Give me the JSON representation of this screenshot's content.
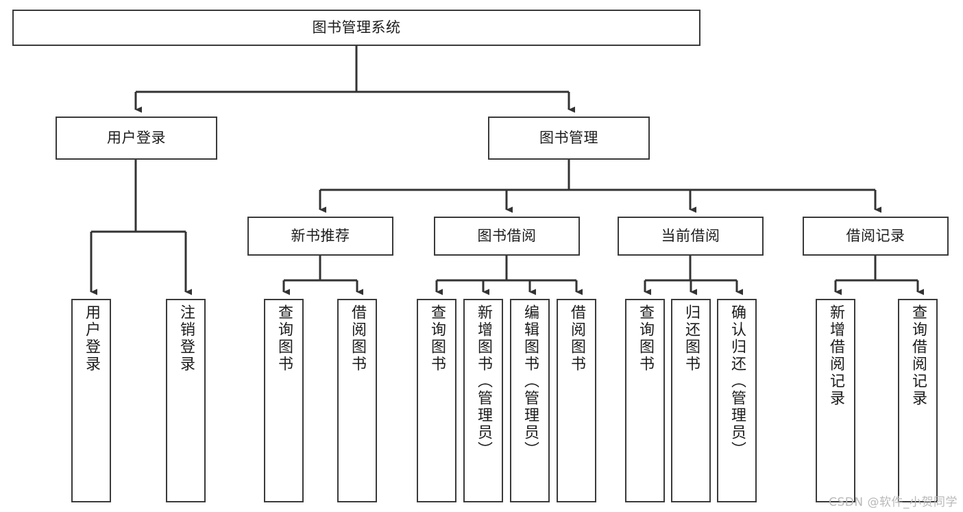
{
  "diagram": {
    "title": "图书管理系统",
    "type": "tree",
    "watermark": "CSDN @软件_小贺同学",
    "colors": {
      "box_border": "#3a3a3a",
      "box_fill": "#ffffff",
      "connector": "#333333",
      "text": "#1c1c1c",
      "watermark": "#b9b9b9",
      "background": "#ffffff"
    },
    "levels": {
      "root": "图书管理系统",
      "level2": [
        "用户登录",
        "图书管理"
      ],
      "level3": [
        "新书推荐",
        "图书借阅",
        "当前借阅",
        "借阅记录"
      ]
    },
    "nodes": {
      "root": {
        "label": "图书管理系统",
        "orientation": "horizontal"
      },
      "user_login": {
        "label": "用户登录",
        "orientation": "horizontal"
      },
      "book_manage": {
        "label": "图书管理",
        "orientation": "horizontal"
      },
      "new_book_rec": {
        "label": "新书推荐",
        "orientation": "horizontal"
      },
      "book_borrow": {
        "label": "图书借阅",
        "orientation": "horizontal"
      },
      "current_borrow": {
        "label": "当前借阅",
        "orientation": "horizontal"
      },
      "borrow_record": {
        "label": "借阅记录",
        "orientation": "horizontal"
      },
      "leaf_user_login": {
        "label": "用户登录",
        "orientation": "vertical"
      },
      "leaf_logout": {
        "label": "注销登录",
        "orientation": "vertical"
      },
      "leaf_query_book_1": {
        "label": "查询图书",
        "orientation": "vertical"
      },
      "leaf_borrow_book_1": {
        "label": "借阅图书",
        "orientation": "vertical"
      },
      "leaf_query_book_2": {
        "label": "查询图书",
        "orientation": "vertical"
      },
      "leaf_add_book": {
        "label": "新增图书（管理员）",
        "orientation": "vertical"
      },
      "leaf_edit_book": {
        "label": "编辑图书（管理员）",
        "orientation": "vertical"
      },
      "leaf_borrow_book_2": {
        "label": "借阅图书",
        "orientation": "vertical"
      },
      "leaf_query_book_3": {
        "label": "查询图书",
        "orientation": "vertical"
      },
      "leaf_return_book": {
        "label": "归还图书",
        "orientation": "vertical"
      },
      "leaf_confirm_return": {
        "label": "确认归还（管理员）",
        "orientation": "vertical"
      },
      "leaf_add_record": {
        "label": "新增借阅记录",
        "orientation": "vertical"
      },
      "leaf_query_record": {
        "label": "查询借阅记录",
        "orientation": "vertical"
      }
    }
  }
}
